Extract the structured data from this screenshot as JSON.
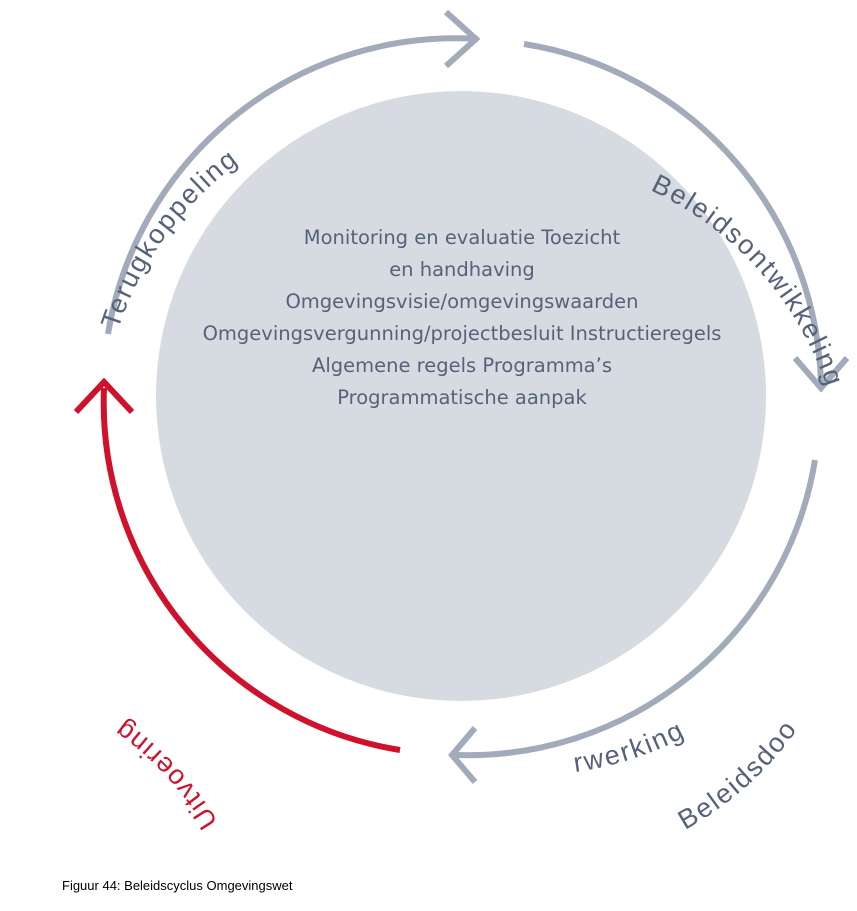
{
  "colors": {
    "arc": "#a2abba",
    "accent": "#d0112b",
    "disc": "#d6dbe2",
    "label": "#55627a"
  },
  "stages": {
    "terugkoppeling": "Terugkoppeling",
    "beleidsontwikkeling": "Beleidsontwikkeling",
    "beleidsdoo": "Beleidsdoo",
    "rwerking": "rwerking",
    "uitvoering": "Uitvoering"
  },
  "center_lines": [
    "Monitoring en evaluatie Toezicht",
    "en handhaving",
    "Omgevingsvisie/omgevingswaarden",
    "Omgevingsvergunning/projectbesluit Instructieregels",
    "Algemene regels Programma’s",
    "Programmatische aanpak"
  ],
  "caption": "Figuur 44: Beleidscyclus Omgevingswet"
}
